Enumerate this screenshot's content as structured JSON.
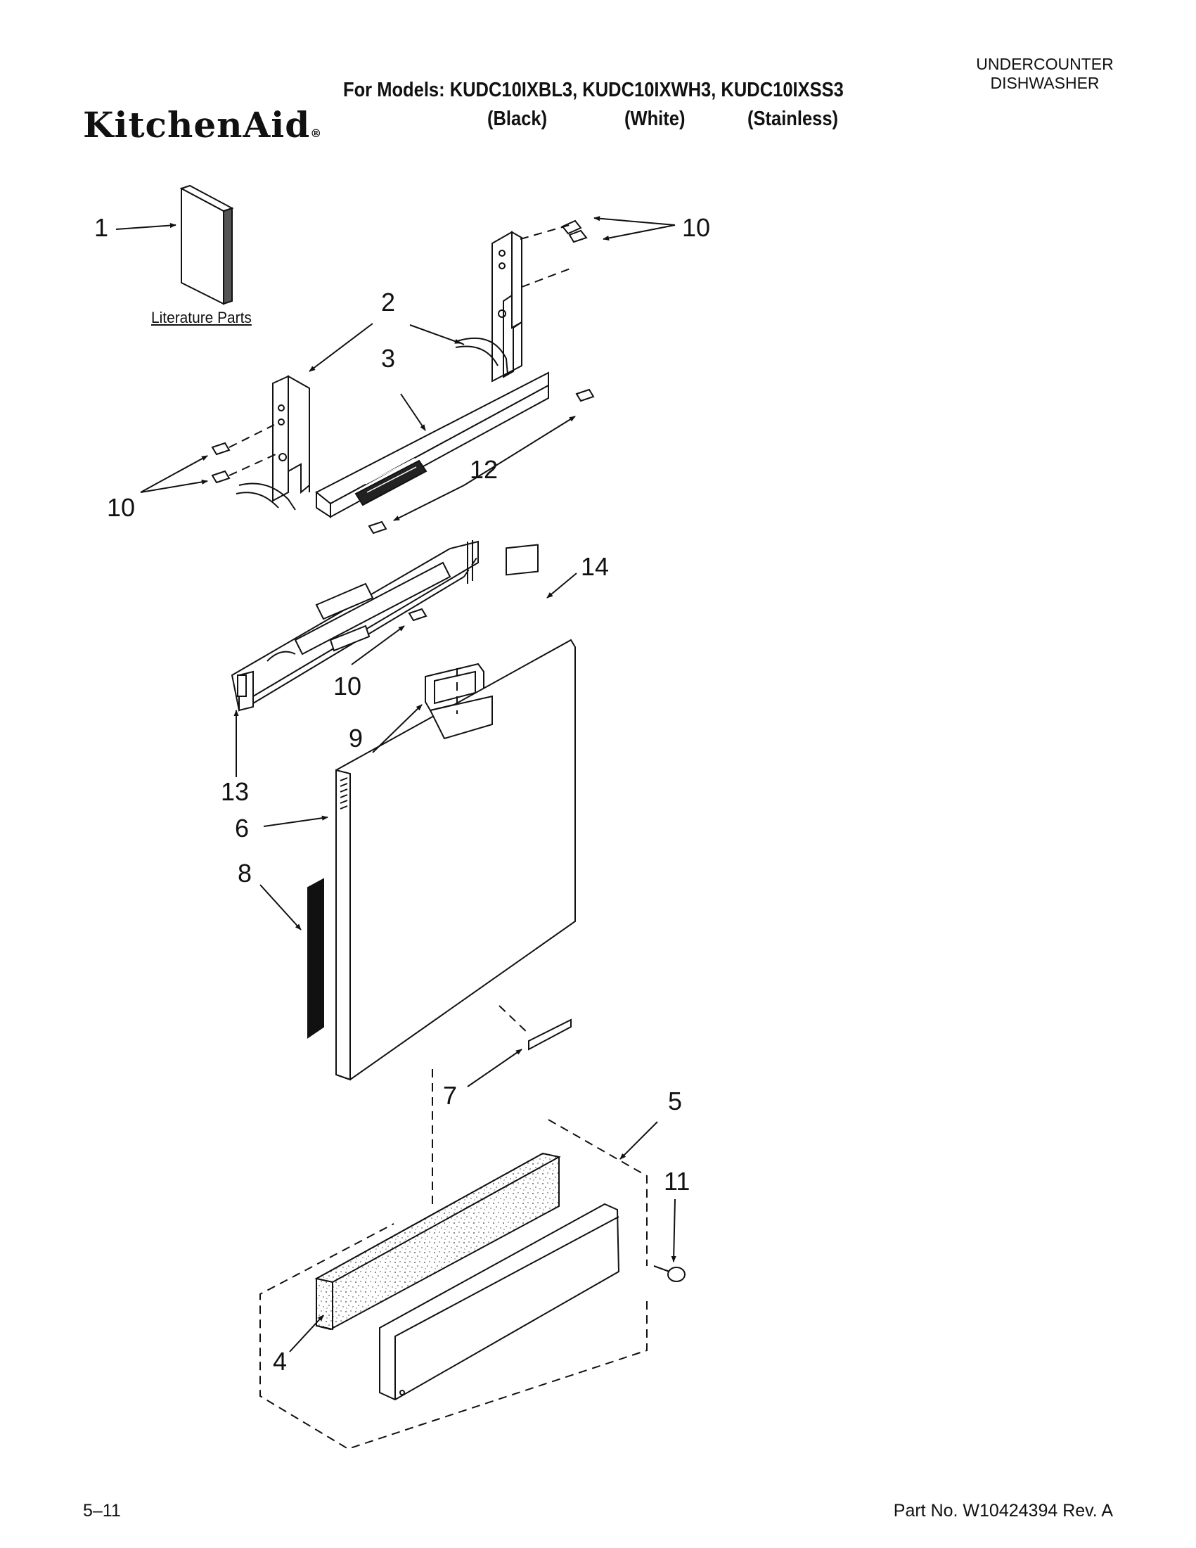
{
  "header": {
    "appliance_line1": "UNDERCOUNTER",
    "appliance_line2": "DISHWASHER",
    "models": "For Models: KUDC10IXBL3, KUDC10IXWH3, KUDC10IXSS3",
    "variant_black": "(Black)",
    "variant_white": "(White)",
    "variant_stainless": "(Stainless)",
    "brand": "KitchenAid",
    "brand_mark": "®"
  },
  "diagram": {
    "literature_label": "Literature Parts",
    "callouts": [
      "1",
      "2",
      "3",
      "10",
      "10",
      "12",
      "14",
      "10",
      "9",
      "13",
      "6",
      "8",
      "7",
      "5",
      "11",
      "4"
    ]
  },
  "footer": {
    "page": "5–11",
    "part_no": "Part No. W10424394 Rev. A"
  }
}
